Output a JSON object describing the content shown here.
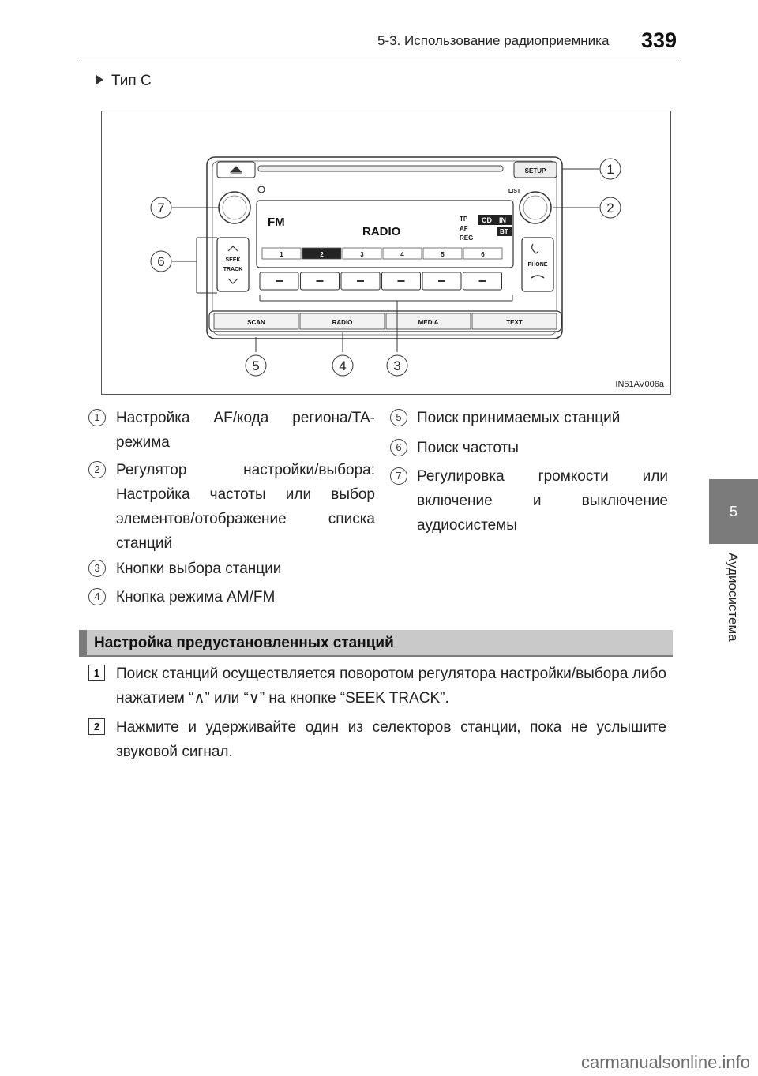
{
  "header": {
    "section": "5-3. Использование радиоприемника",
    "page_number": "339"
  },
  "side_tab": {
    "chapter_number": "5",
    "chapter_label": "Аудиосистема"
  },
  "type_label": "Тип С",
  "figure": {
    "image_code": "IN51AV006a",
    "radio_labels": {
      "setup": "SETUP",
      "list": "LIST",
      "fm": "FM",
      "radio_display": "RADIO",
      "tp": "TP",
      "af": "AF",
      "reg": "REG",
      "cd": "CD",
      "in": "IN",
      "bt": "BT",
      "seek": "SEEK",
      "track": "TRACK",
      "phone": "PHONE",
      "presets": [
        "1",
        "2",
        "3",
        "4",
        "5",
        "6"
      ],
      "bottom_buttons": [
        "SCAN",
        "RADIO",
        "MEDIA",
        "TEXT"
      ]
    },
    "callouts": [
      "1",
      "2",
      "3",
      "4",
      "5",
      "6",
      "7"
    ]
  },
  "legend": [
    {
      "num": "1",
      "text": "Настройка AF/кода региона/TA-режима"
    },
    {
      "num": "2",
      "text": "Регулятор настройки/выбора: Настройка частоты или выбор элементов/отображение списка станций"
    },
    {
      "num": "3",
      "text": "Кнопки выбора станции"
    },
    {
      "num": "4",
      "text": "Кнопка режима AM/FM"
    },
    {
      "num": "5",
      "text": "Поиск принимаемых станций"
    },
    {
      "num": "6",
      "text": "Поиск частоты"
    },
    {
      "num": "7",
      "text": "Регулировка громкости или включение и выключение аудиосистемы"
    }
  ],
  "section_title": "Настройка предустановленных станций",
  "steps": [
    {
      "num": "1",
      "text": "Поиск станций осуществляется поворотом регулятора настройки/выбора либо нажатием “∧” или “∨” на кнопке “SEEK TRACK”."
    },
    {
      "num": "2",
      "text": "Нажмите и удерживайте один из селекторов станции, пока не услышите звуковой сигнал."
    }
  ],
  "watermark": "carmanualsonline.info"
}
